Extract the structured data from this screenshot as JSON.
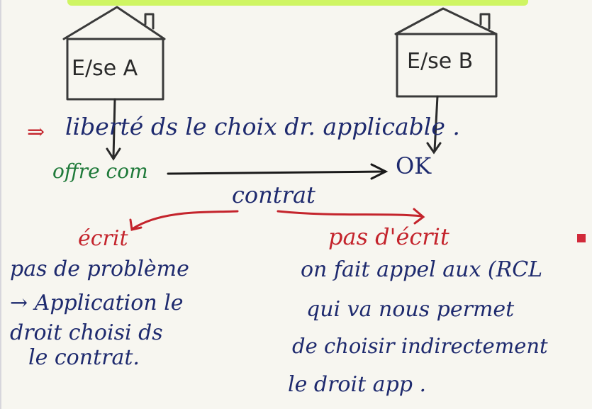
{
  "company_a": "E/se A",
  "company_b": "E/se B",
  "freedom_note": {
    "arrow": "⇒",
    "text": "liberté ds le choix dr. applicable ."
  },
  "offer": "offre com",
  "acceptance": "OK",
  "contract": "contrat",
  "branches": {
    "written": {
      "heading": "écrit",
      "lines": [
        "pas de problème",
        "→ Application le",
        "droit choisi ds",
        "le contrat."
      ]
    },
    "unwritten": {
      "heading": "pas d'écrit",
      "lines": [
        "on fait appel aux (RCL",
        "qui va nous permet",
        "de choisir indirectement",
        "le droit app ."
      ]
    }
  },
  "colors": {
    "ink_blue": "#1e2a6e",
    "ink_green": "#1f7a3a",
    "ink_red": "#c4242c",
    "ink_black": "#2a2a2a",
    "highlight": "#c8f54a"
  }
}
